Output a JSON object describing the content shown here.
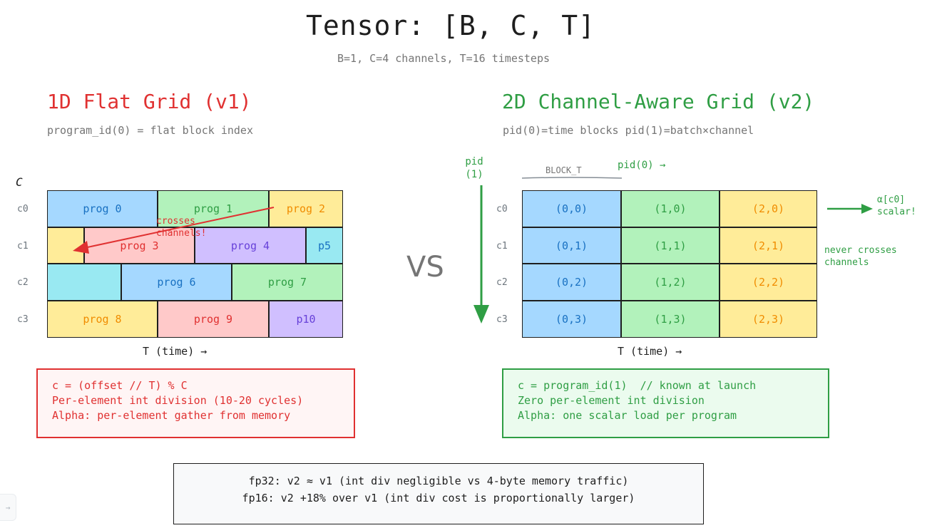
{
  "title": "Tensor: [B, C, T]",
  "subtitle": "B=1, C=4 channels, T=16 timesteps",
  "vs": "VS",
  "left": {
    "heading": "1D Flat Grid (v1)",
    "desc": "program_id(0) = flat block index",
    "axis_c": "C",
    "rows": [
      "c0",
      "c1",
      "c2",
      "c3"
    ],
    "blocks": {
      "prog0": "prog 0",
      "prog1": "prog 1",
      "prog2": "prog 2",
      "prog3": "prog 3",
      "prog4": "prog 4",
      "p5": "p5",
      "prog6": "prog 6",
      "prog7": "prog 7",
      "prog8": "prog 8",
      "prog9": "prog 9",
      "p10": "p10"
    },
    "crosses_line1": "crosses",
    "crosses_line2": "channels!",
    "x_axis": "T (time) →",
    "code": [
      "c = (offset // T) % C",
      "Per-element int division (10-20 cycles)",
      "Alpha: per-element gather from memory"
    ],
    "colors": {
      "accent": "#e03131",
      "box_bg": "#fff5f5"
    }
  },
  "right": {
    "heading": "2D Channel-Aware Grid (v2)",
    "desc": "pid(0)=time blocks  pid(1)=batch×channel",
    "pid1_line1": "pid",
    "pid1_line2": "(1)",
    "block_t": "BLOCK_T",
    "pid0": "pid(0) →",
    "rows": [
      "c0",
      "c1",
      "c2",
      "c3"
    ],
    "cells": [
      [
        "(0,0)",
        "(1,0)",
        "(2,0)"
      ],
      [
        "(0,1)",
        "(1,1)",
        "(2,1)"
      ],
      [
        "(0,2)",
        "(1,2)",
        "(2,2)"
      ],
      [
        "(0,3)",
        "(1,3)",
        "(2,3)"
      ]
    ],
    "alpha_line1": "α[c0]",
    "alpha_line2": "scalar!",
    "never_line1": "never crosses",
    "never_line2": "channels",
    "x_axis": "T (time) →",
    "code": [
      "c = program_id(1)  // known at launch",
      "Zero per-element int division",
      "Alpha: one scalar load per program"
    ],
    "colors": {
      "accent": "#2f9e44",
      "box_bg": "#ebfbee"
    }
  },
  "note": {
    "line1": "fp32: v2 ≈ v1 (int div negligible vs 4-byte memory traffic)",
    "line2": "fp16: v2 +18% over v1 (int div cost is proportionally larger)"
  },
  "corner_icon": "arrow-right-icon"
}
